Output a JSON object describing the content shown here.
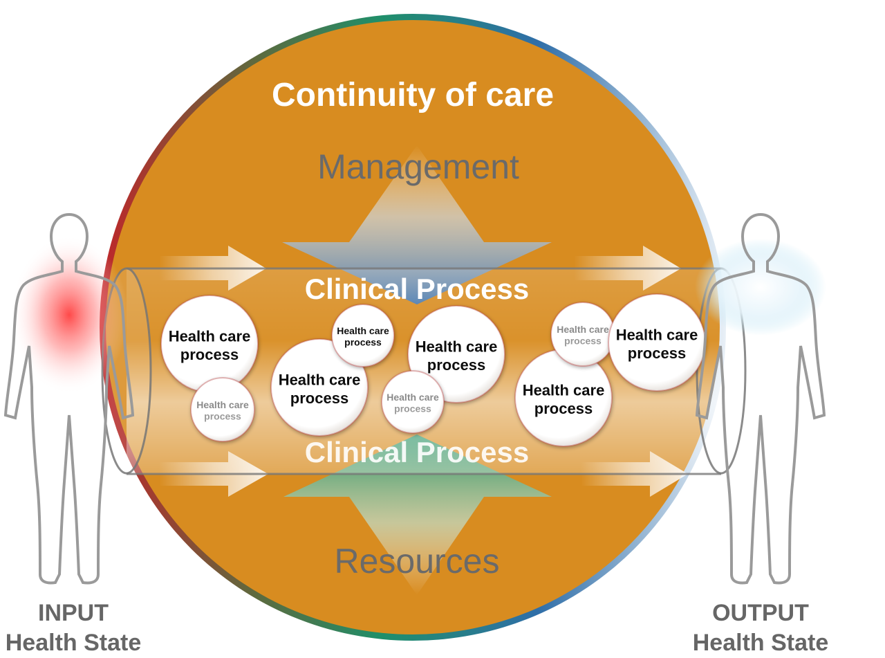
{
  "title": "Continuity of care",
  "top_label": "Management",
  "bottom_label": "Resources",
  "process_label_top": "Clinical Process",
  "process_label_bottom": "Clinical Process",
  "input": {
    "line1": "INPUT",
    "line2": "Health State"
  },
  "output": {
    "line1": "OUTPUT",
    "line2": "Health State"
  },
  "bubbles": [
    {
      "line1": "Health care",
      "line2": "process",
      "tone": "dark"
    },
    {
      "line1": "Health care",
      "line2": "process",
      "tone": "light"
    },
    {
      "line1": "Health care",
      "line2": "process",
      "tone": "dark"
    },
    {
      "line1": "Health care",
      "line2": "process",
      "tone": "dark"
    },
    {
      "line1": "Health care",
      "line2": "process",
      "tone": "dark"
    },
    {
      "line1": "Health care",
      "line2": "process",
      "tone": "light"
    },
    {
      "line1": "Health care",
      "line2": "process",
      "tone": "dark"
    },
    {
      "line1": "Health care",
      "line2": "process",
      "tone": "light"
    },
    {
      "line1": "Health care",
      "line2": "process",
      "tone": "dark"
    }
  ],
  "colors": {
    "circle_fill": "#d88c20",
    "management_arrow": "#4a7aae",
    "resources_arrow": "#1f8f60",
    "pain_glow": "#ff4a4a",
    "title_text": "#ffffff",
    "muted_text": "#666666"
  }
}
